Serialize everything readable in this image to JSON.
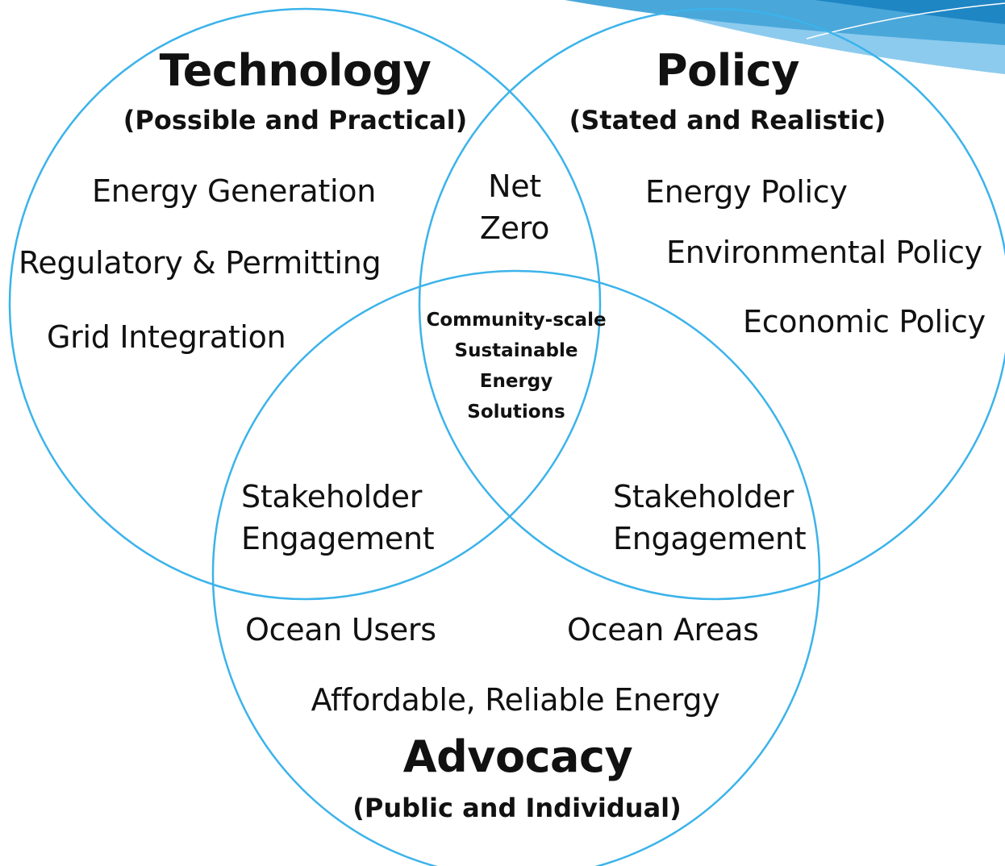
{
  "colors": {
    "circle_stroke": "#3bb3ea",
    "swoosh_dark": "#1f86c4",
    "swoosh_mid": "#4aa7da",
    "swoosh_light": "#8ccbee",
    "text": "#111111"
  },
  "technology": {
    "title": "Technology",
    "subtitle": "(Possible and Practical)",
    "items": [
      "Energy Generation",
      "Regulatory & Permitting",
      "Grid Integration"
    ]
  },
  "policy": {
    "title": "Policy",
    "subtitle": "(Stated and Realistic)",
    "items": [
      "Energy Policy",
      "Environmental Policy",
      "Economic Policy"
    ]
  },
  "advocacy": {
    "title": "Advocacy",
    "subtitle": "(Public and Individual)",
    "items": [
      "Ocean Users",
      "Ocean Areas",
      "Affordable, Reliable Energy"
    ]
  },
  "overlaps": {
    "technology_policy": "Net\nZero",
    "technology_advocacy": "Stakeholder\nEngagement",
    "policy_advocacy": "Stakeholder\nEngagement",
    "center": "Community-scale\nSustainable\nEnergy\nSolutions"
  }
}
